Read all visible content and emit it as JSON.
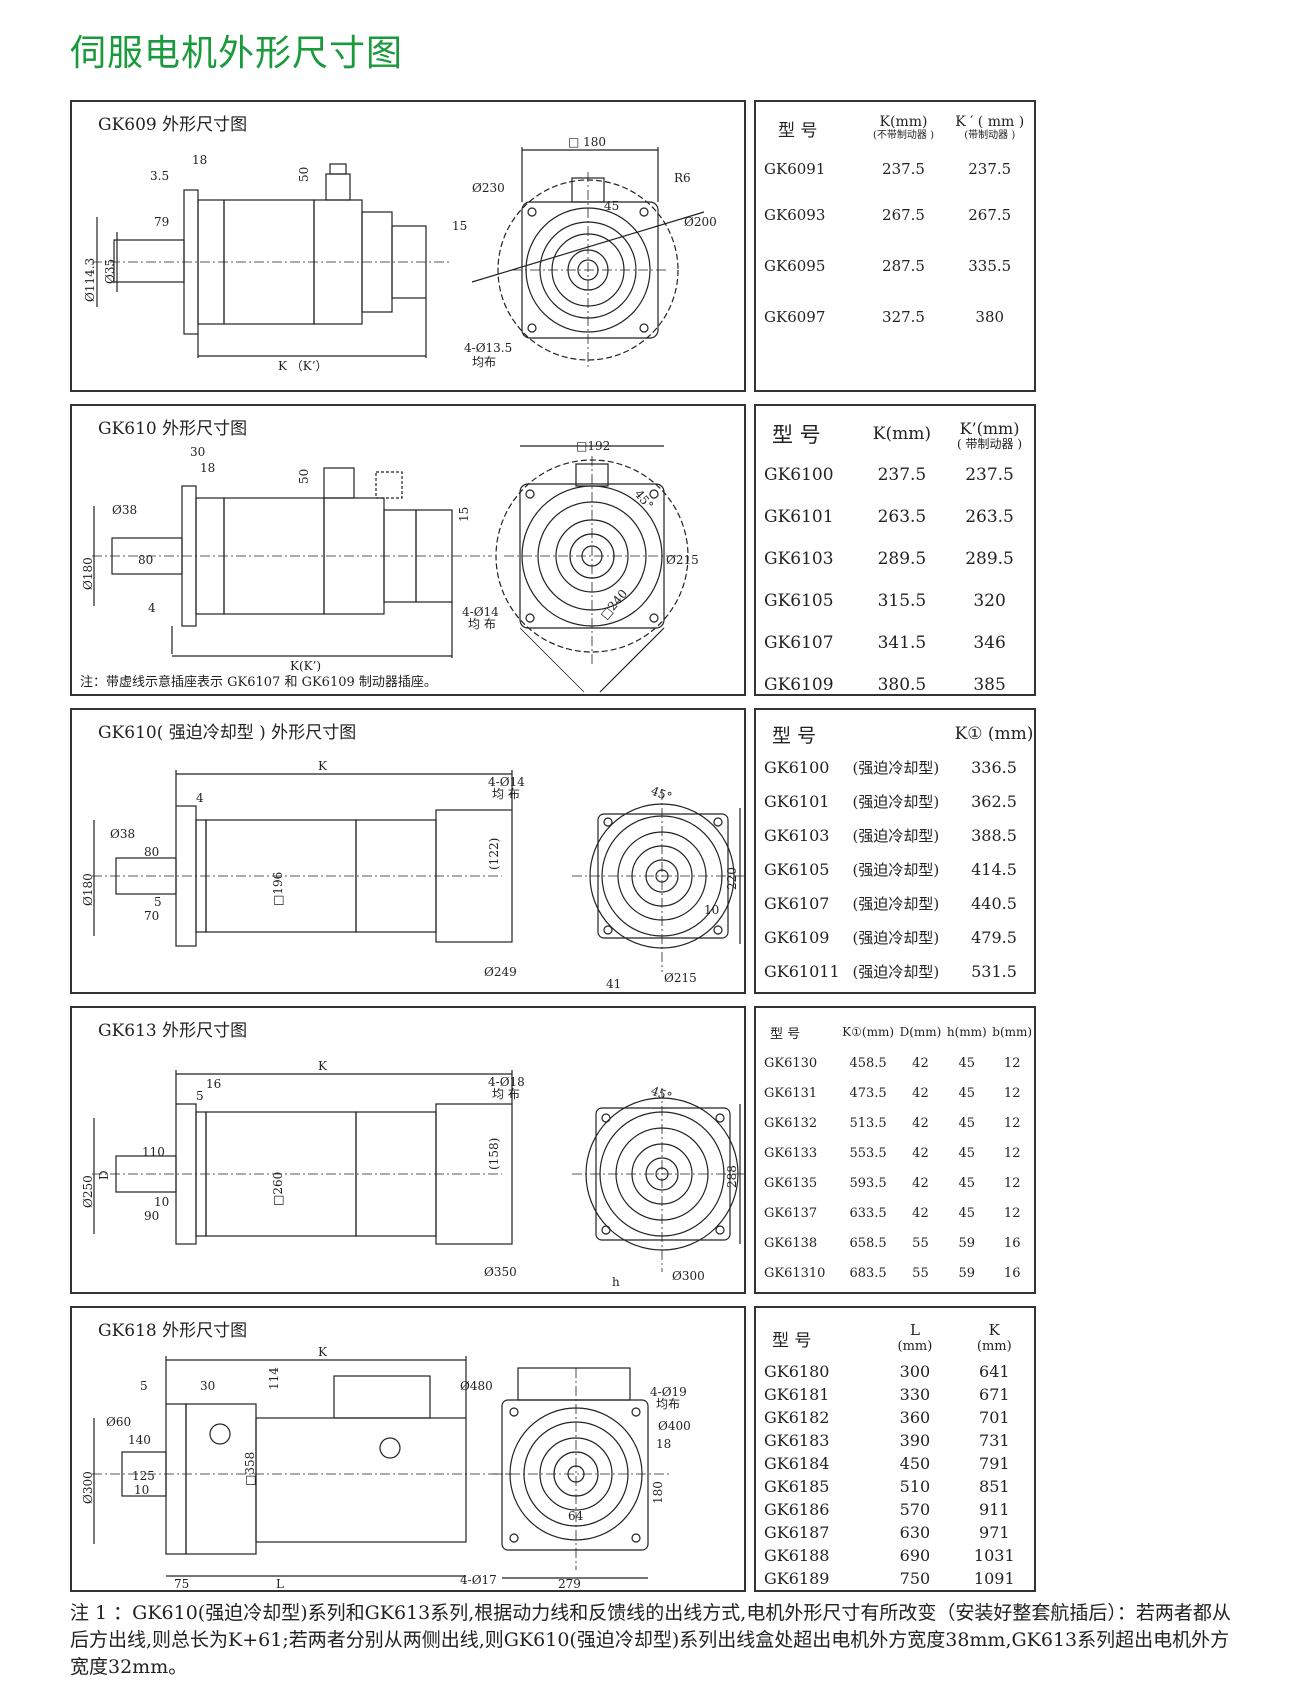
{
  "page_title": "伺服电机外形尺寸图",
  "panels": {
    "p1": {
      "title": "GK609 外形尺寸图",
      "labels": {
        "d1": "18",
        "d2": "3.5",
        "d3": "79",
        "d4": "50",
        "d5": "□ 180",
        "d6": "R6",
        "d7": "Ø230",
        "d8": "45",
        "d9": "Ø200",
        "d10": "15",
        "d11": "4-Ø13.5",
        "d12": "均布",
        "d13": "K （K’）",
        "d14": "Ø114.3",
        "d15": "Ø35"
      }
    },
    "p2": {
      "title": "GK610 外形尺寸图",
      "labels": {
        "d1": "30",
        "d2": "18",
        "d3": "50",
        "d4": "Ø38",
        "d5": "80",
        "d6": "4",
        "d7": "K(K’)",
        "d8": "□192",
        "d9": "45°",
        "d10": "15",
        "d11": "Ø215",
        "d12": "4-Ø14",
        "d13": "均 布",
        "d14": "□240",
        "d15": "Ø180"
      },
      "note": "注：带虚线示意插座表示 GK6107 和 GK6109 制动器插座。"
    },
    "p3": {
      "title": "GK610( 强迫冷却型 ) 外形尺寸图",
      "labels": {
        "d1": "K",
        "d2": "4",
        "d3": "Ø38",
        "d4": "80",
        "d5": "5",
        "d6": "70",
        "d7": "□196",
        "d8": "4-Ø14",
        "d9": "均 布",
        "d10": "(122)",
        "d11": "45°",
        "d12": "220",
        "d13": "10",
        "d14": "Ø249",
        "d15": "41",
        "d16": "Ø215",
        "d17": "Ø180"
      }
    },
    "p4": {
      "title": "GK613 外形尺寸图",
      "labels": {
        "d1": "K",
        "d2": "16",
        "d3": "5",
        "d4": "110",
        "d5": "D",
        "d6": "10",
        "d7": "90",
        "d8": "□260",
        "d9": "4-Ø18",
        "d10": "均 布",
        "d11": "(158)",
        "d12": "45°",
        "d13": "288",
        "d14": "Ø350",
        "d15": "h",
        "d16": "Ø300",
        "d17": "Ø250"
      }
    },
    "p5": {
      "title": "GK618 外形尺寸图",
      "labels": {
        "d1": "K",
        "d2": "5",
        "d3": "30",
        "d4": "114",
        "d5": "Ø60",
        "d6": "140",
        "d7": "125",
        "d8": "10",
        "d9": "□358",
        "d10": "75",
        "d11": "L",
        "d12": "4-Ø17",
        "d13": "279",
        "d14": "Ø480",
        "d15": "4-Ø19",
        "d16": "均布",
        "d17": "Ø400",
        "d18": "18",
        "d19": "180",
        "d20": "Ø300",
        "d21": "64"
      }
    }
  },
  "tables": {
    "t1": {
      "headers": [
        "型 号",
        "K(mm)",
        "K ′ ( mm )"
      ],
      "subheaders": [
        "",
        "(不带制动器 )",
        "(带制动器 )"
      ],
      "rows": [
        [
          "GK6091",
          "237.5",
          "237.5"
        ],
        [
          "GK6093",
          "267.5",
          "267.5"
        ],
        [
          "GK6095",
          "287.5",
          "335.5"
        ],
        [
          "GK6097",
          "327.5",
          "380"
        ]
      ]
    },
    "t2": {
      "headers": [
        "型 号",
        "K(mm)",
        "K’(mm)"
      ],
      "subheaders": [
        "",
        "",
        "( 带制动器 )"
      ],
      "rows": [
        [
          "GK6100",
          "237.5",
          "237.5"
        ],
        [
          "GK6101",
          "263.5",
          "263.5"
        ],
        [
          "GK6103",
          "289.5",
          "289.5"
        ],
        [
          "GK6105",
          "315.5",
          "320"
        ],
        [
          "GK6107",
          "341.5",
          "346"
        ],
        [
          "GK6109",
          "380.5",
          "385"
        ]
      ]
    },
    "t3": {
      "headers": [
        "型 号",
        "K① (mm)"
      ],
      "rows": [
        [
          "GK6100",
          "(强迫冷却型)",
          "336.5"
        ],
        [
          "GK6101",
          "(强迫冷却型)",
          "362.5"
        ],
        [
          "GK6103",
          "(强迫冷却型)",
          "388.5"
        ],
        [
          "GK6105",
          "(强迫冷却型)",
          "414.5"
        ],
        [
          "GK6107",
          "(强迫冷却型)",
          "440.5"
        ],
        [
          "GK6109",
          "(强迫冷却型)",
          "479.5"
        ],
        [
          "GK61011",
          "(强迫冷却型)",
          "531.5"
        ]
      ]
    },
    "t4": {
      "headers": [
        "型 号",
        "K①(mm)",
        "D(mm)",
        "h(mm)",
        "b(mm)"
      ],
      "rows": [
        [
          "GK6130",
          "458.5",
          "42",
          "45",
          "12"
        ],
        [
          "GK6131",
          "473.5",
          "42",
          "45",
          "12"
        ],
        [
          "GK6132",
          "513.5",
          "42",
          "45",
          "12"
        ],
        [
          "GK6133",
          "553.5",
          "42",
          "45",
          "12"
        ],
        [
          "GK6135",
          "593.5",
          "42",
          "45",
          "12"
        ],
        [
          "GK6137",
          "633.5",
          "42",
          "45",
          "12"
        ],
        [
          "GK6138",
          "658.5",
          "55",
          "59",
          "16"
        ],
        [
          "GK61310",
          "683.5",
          "55",
          "59",
          "16"
        ]
      ]
    },
    "t5": {
      "headers": [
        "型 号",
        "L",
        "K"
      ],
      "subheaders": [
        "",
        "(mm)",
        "(mm)"
      ],
      "rows": [
        [
          "GK6180",
          "300",
          "641"
        ],
        [
          "GK6181",
          "330",
          "671"
        ],
        [
          "GK6182",
          "360",
          "701"
        ],
        [
          "GK6183",
          "390",
          "731"
        ],
        [
          "GK6184",
          "450",
          "791"
        ],
        [
          "GK6185",
          "510",
          "851"
        ],
        [
          "GK6186",
          "570",
          "911"
        ],
        [
          "GK6187",
          "630",
          "971"
        ],
        [
          "GK6188",
          "690",
          "1031"
        ],
        [
          "GK6189",
          "750",
          "1091"
        ]
      ]
    }
  },
  "footnote": "注 1 ：GK610(强迫冷却型)系列和GK613系列,根据动力线和反馈线的出线方式,电机外形尺寸有所改变（安装好整套航插后）：若两者都从后方出线,则总长为K+61;若两者分别从两侧出线,则GK610(强迫冷却型)系列出线盒处超出电机外方宽度38mm,GK613系列超出电机外方宽度32mm。"
}
